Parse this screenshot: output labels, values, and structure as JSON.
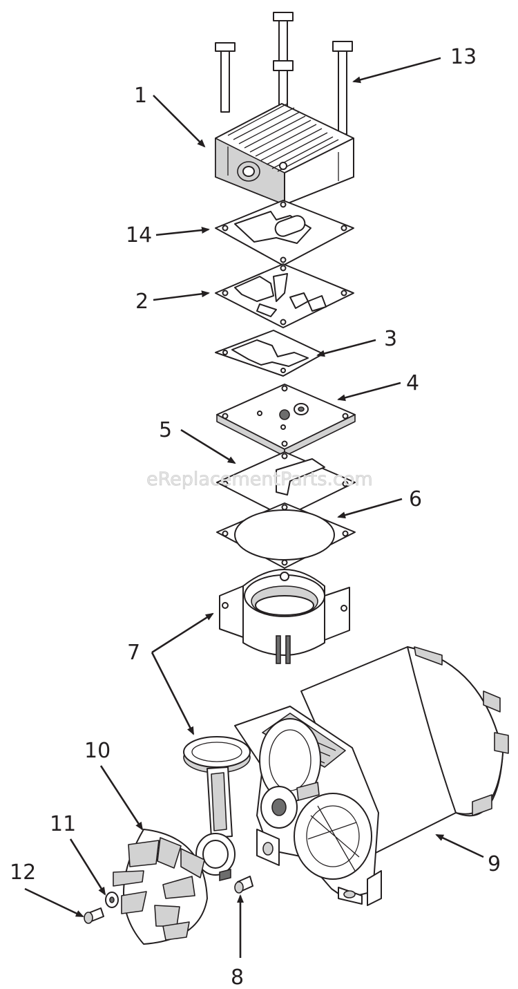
{
  "watermark": "eReplacementParts.com",
  "callouts": {
    "n1": "1",
    "n2": "2",
    "n3": "3",
    "n4": "4",
    "n5": "5",
    "n6": "6",
    "n7": "7",
    "n8": "8",
    "n9": "9",
    "n10": "10",
    "n11": "11",
    "n12": "12",
    "n13": "13",
    "n14": "14"
  }
}
